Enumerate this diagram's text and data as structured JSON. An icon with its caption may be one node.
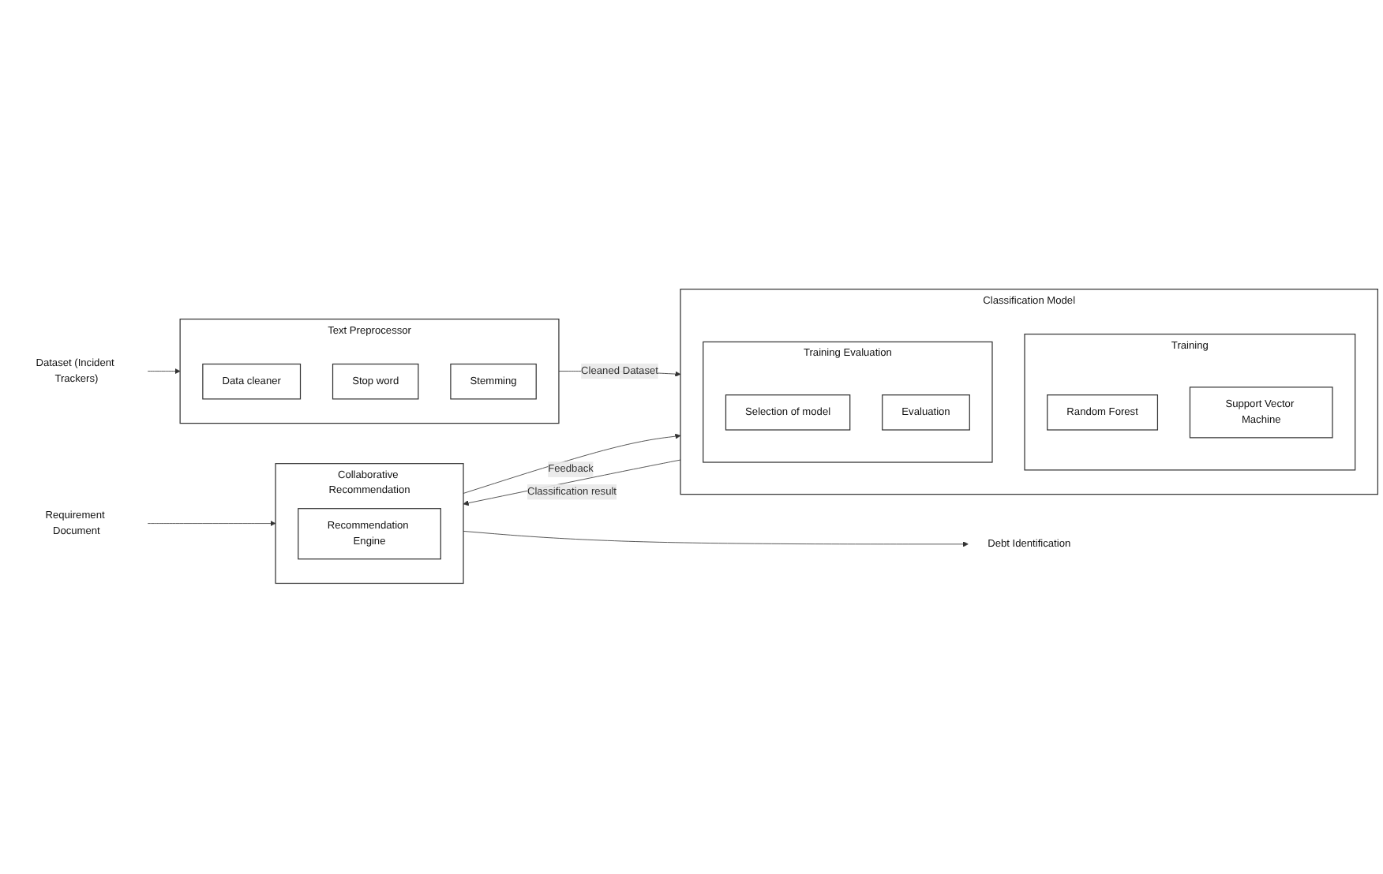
{
  "diagram": {
    "nodes": [
      {
        "text": [
          "Dataset (Incident Trackers)"
        ]
      },
      {
        "text": [
          "Text Preprocessor"
        ]
      },
      {
        "text": [
          "Data cleaner"
        ],
        "in": 1
      },
      {
        "text": [
          "Stop word"
        ],
        "in": 1
      },
      {
        "text": [
          "Stemming"
        ],
        "in": 1
      },
      {
        "text": [
          "Classification Model"
        ]
      },
      {
        "text": [
          "Training"
        ],
        "in": 5
      },
      {
        "text": [
          "Random Forest"
        ],
        "in": 6
      },
      {
        "text": [
          "Support Vector Machine"
        ],
        "in": 6
      },
      {
        "text": [
          "Training Evaluation"
        ],
        "in": 5
      },
      {
        "text": [
          "Selection of model"
        ],
        "in": 9
      },
      {
        "text": [
          "Evaluation"
        ],
        "in": 9
      },
      {
        "text": [
          "Collaborative Recommendation"
        ]
      },
      {
        "text": [
          "Recommendation Engine"
        ],
        "in": 12
      },
      {
        "text": [
          "Requirement Document"
        ]
      },
      {
        "text": [
          "Debt Identification"
        ]
      }
    ],
    "edges": [
      {
        "from": 0,
        "to": 1,
        "arrow": "to"
      },
      {
        "from": 1,
        "to": 5,
        "label": "Cleaned Dataset",
        "arrow": "to"
      },
      {
        "from": 5,
        "to": 12,
        "label": "Classification result",
        "arrow": "to"
      },
      {
        "from": 12,
        "to": 5,
        "label": "Feedback",
        "arrow": "to"
      },
      {
        "from": 14,
        "to": 12,
        "arrow": "to"
      },
      {
        "from": 12,
        "to": 15,
        "arrow": "to"
      }
    ]
  }
}
